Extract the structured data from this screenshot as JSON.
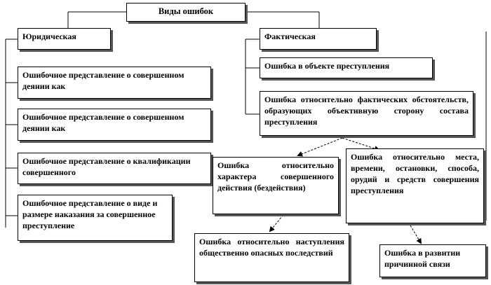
{
  "root": "Виды ошибок",
  "left": {
    "header": "Юридическая",
    "items": [
      "Ошибочное представление о совершенном деянии как",
      "Ошибочное представление о совершенном деянии как",
      "Ошибочное представление о квалификации совершенного",
      "Ошибочное представление о виде и размере наказания за совершенное преступление"
    ]
  },
  "right": {
    "header": "Фактическая",
    "object_error": "Ошибка в объекте преступления",
    "objective_side": "Ошибка относительно фактических обстоятельств, образующих объективную сторону состава преступления",
    "nature": "Ошибка относительно характера совершенного действия (бездействия)",
    "place": "Ошибка относительно места, времени, остановки, способа, орудий и средств совершения преступления",
    "consequences": "Ошибка относительно наступления общественно опасных последствий",
    "causal": "Ошибка в развитии причинной связи"
  },
  "colors": {
    "line": "#000000",
    "shadow": "#555555"
  }
}
